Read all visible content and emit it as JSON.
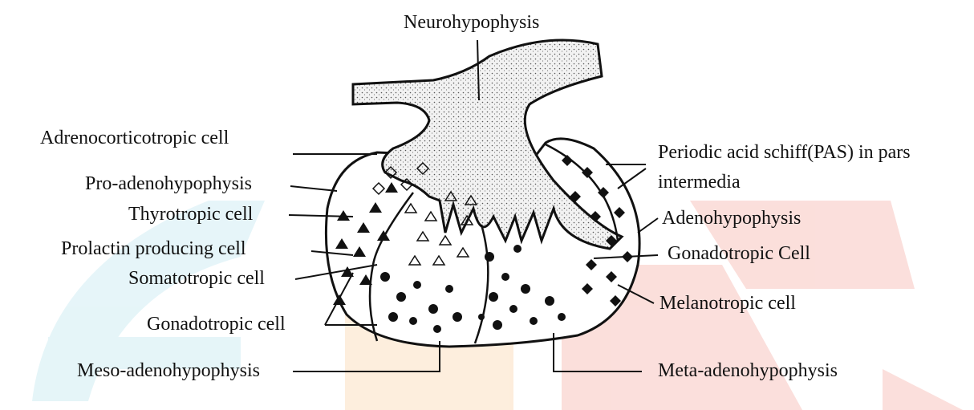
{
  "diagram": {
    "labels": {
      "neurohypophysis": "Neurohypophysis",
      "adrenocorticotropic_cell": "Adrenocorticotropic cell",
      "pro_adenohypophysis": "Pro-adenohypophysis",
      "thyrotropic_cell": "Thyrotropic cell",
      "prolactin_producing_cell": "Prolactin producing cell",
      "somatotropic_cell": "Somatotropic cell",
      "gonadotropic_cell_left": "Gonadotropic cell",
      "meso_adenohypophysis": "Meso-adenohypophysis",
      "pas_line1": "Periodic acid schiff(PAS) in pars",
      "pas_line2": "intermedia",
      "adenohypophysis": "Adenohypophysis",
      "gonadotropic_cell_right": "Gonadotropic Cell",
      "melanotropic_cell": "Melanotropic cell",
      "meta_adenohypophysis": "Meta-adenohypophysis"
    },
    "colors": {
      "ink": "#111111",
      "stalk_fill": "#d9d9d9",
      "watermark_blue": "#dff2f6",
      "watermark_orange": "#fde8d2",
      "watermark_red": "#f9d6d2"
    }
  }
}
